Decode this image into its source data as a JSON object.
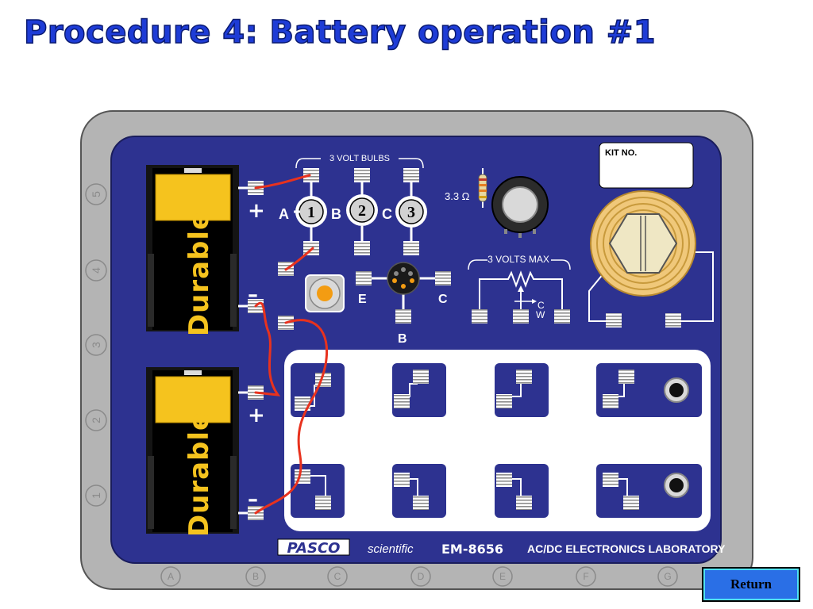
{
  "title": "Procedure 4:  Battery operation #1",
  "batteries": [
    {
      "label": "Durable",
      "plus": "+",
      "minus": "–"
    },
    {
      "label": "Durable",
      "plus": "+",
      "minus": "–"
    }
  ],
  "bulbs": {
    "header": "3 VOLT BULBS",
    "points": [
      "A",
      "B",
      "C"
    ],
    "numbers": [
      "1",
      "2",
      "3"
    ]
  },
  "resistor_label": "3.3 Ω",
  "transistor": {
    "emitter": "E",
    "collector": "C",
    "base": "B"
  },
  "potentiometer": {
    "header": "3 VOLTS MAX",
    "c_label": "C",
    "w_label": "W"
  },
  "kit_no": "KIT  NO.",
  "branding": {
    "logo": "PASCO",
    "scientific": "scientific",
    "model": "EM-8656",
    "product": "AC/DC ELECTRONICS LABORATORY"
  },
  "side_markers": [
    "5",
    "4",
    "3",
    "2",
    "1"
  ],
  "bottom_markers": [
    "A",
    "B",
    "C",
    "D",
    "E",
    "F",
    "G"
  ],
  "return_label": "Return",
  "colors": {
    "board": "#2d3290",
    "frame": "#b4b4b4",
    "wire": "#e8321e",
    "title": "#1e3cd6",
    "battery_cap": "#f5c31e",
    "button": "#2a6fe6"
  }
}
